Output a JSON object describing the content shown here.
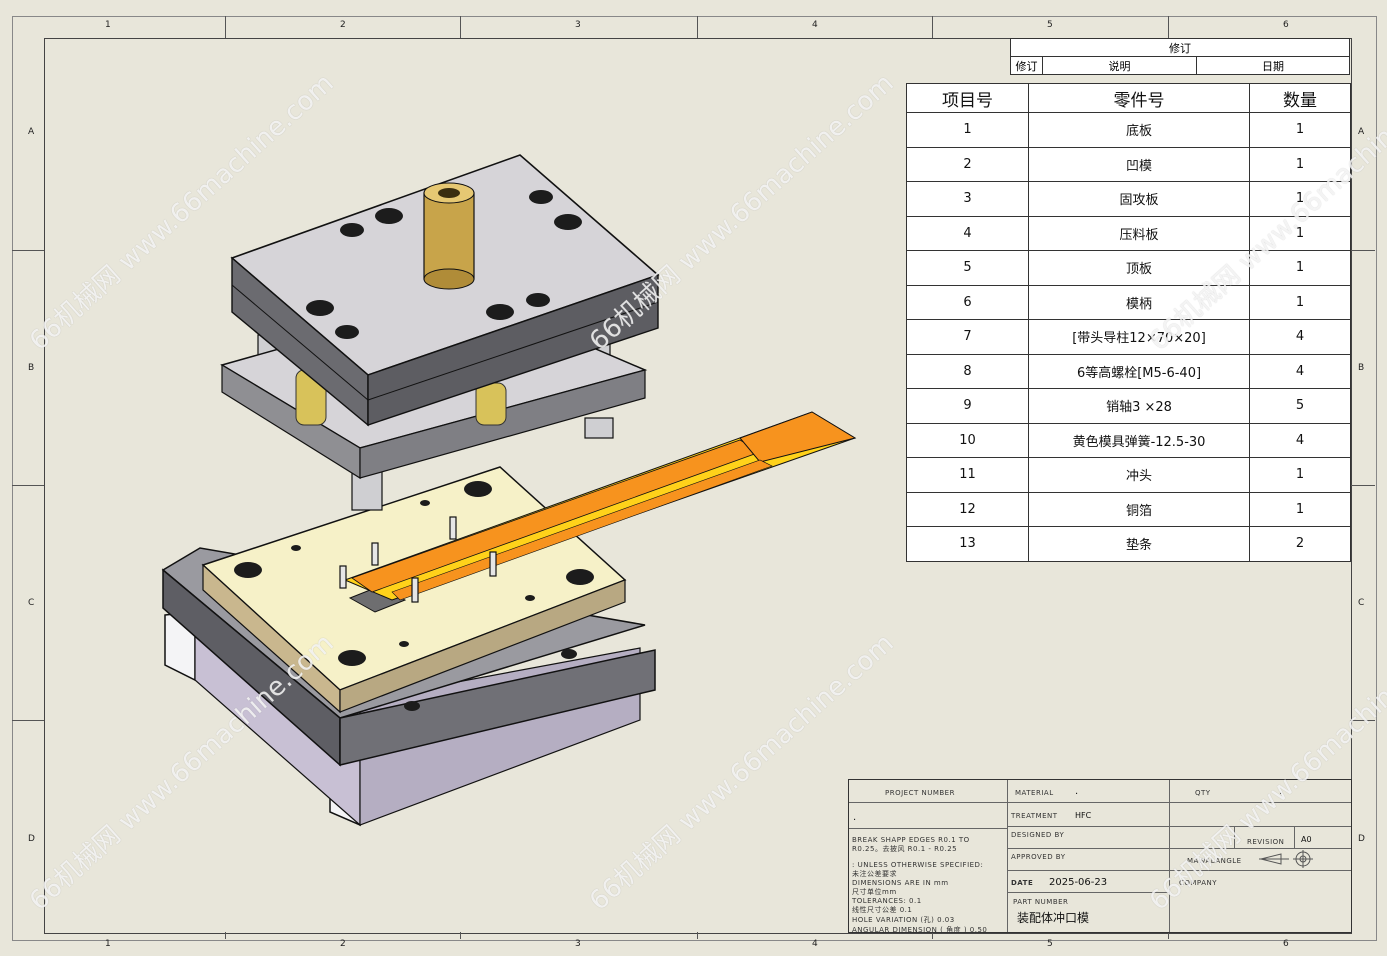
{
  "zones": {
    "columns": [
      "1",
      "2",
      "3",
      "4",
      "5",
      "6"
    ],
    "rows": [
      "A",
      "B",
      "C",
      "D"
    ]
  },
  "revision_table": {
    "title": "修订",
    "headers": [
      "修订",
      "说明",
      "日期"
    ]
  },
  "bom": {
    "headers": [
      "项目号",
      "零件号",
      "数量"
    ],
    "rows": [
      [
        "1",
        "底板",
        "1"
      ],
      [
        "2",
        "凹模",
        "1"
      ],
      [
        "3",
        "固攻板",
        "1"
      ],
      [
        "4",
        "压料板",
        "1"
      ],
      [
        "5",
        "顶板",
        "1"
      ],
      [
        "6",
        "模柄",
        "1"
      ],
      [
        "7",
        "[带头导柱12×70×20]",
        "4"
      ],
      [
        "8",
        "6等高螺栓[M5-6-40]",
        "4"
      ],
      [
        "9",
        "销轴3 ×28",
        "5"
      ],
      [
        "10",
        "黄色模具弹簧-12.5-30",
        "4"
      ],
      [
        "11",
        "冲头",
        "1"
      ],
      [
        "12",
        "铜箔",
        "1"
      ],
      [
        "13",
        "垫条",
        "2"
      ]
    ]
  },
  "title_block": {
    "project_number_label": "PROJECT NUMBER",
    "project_number_value": ".",
    "material_label": "MATERIAL",
    "material_value": ".",
    "treatment_label": "TREATMENT",
    "treatment_value": "HFC",
    "designed_by_label": "DESIGNED BY",
    "approved_by_label": "APPROVED BY",
    "qty_label": "QTY",
    "qty_value": ".",
    "revision_label": "REVISION",
    "revision_value": "A0",
    "angle_label": "MAWALANGLE",
    "date_label": "DATE",
    "date_value": "2025-06-23",
    "part_number_label": "PART NUMBER",
    "part_number_value": "装配体冲口模",
    "company_label": "COMPANY",
    "notes": [
      "BREAK SHAPP EDGES R0.1 TO",
      "R0.25。去披风 R0.1 - R0.25",
      "",
      ": UNLESS OTHERWISE SPECIFIED:",
      "未注公差要求",
      "DIMENSIONS ARE IN mm",
      "尺寸单位mm",
      "TOLERANCES: 0.1",
      "线性尺寸公差 0.1",
      "HOLE     VARIATION (孔)         0.03",
      "ANGULAR DIMENSION ( 角度 )     0.50"
    ]
  },
  "watermark": "66机械网 www.66machine.com",
  "colors": {
    "sheet_bg": "#e8e6da",
    "plate_gray": "#8f8f93",
    "plate_top": "#d6d4d8",
    "die_cream": "#f6f1c8",
    "strip_orange": "#f7931e",
    "strip_yellow": "#ffd21a",
    "bushing_brass": "#c8a44a"
  }
}
